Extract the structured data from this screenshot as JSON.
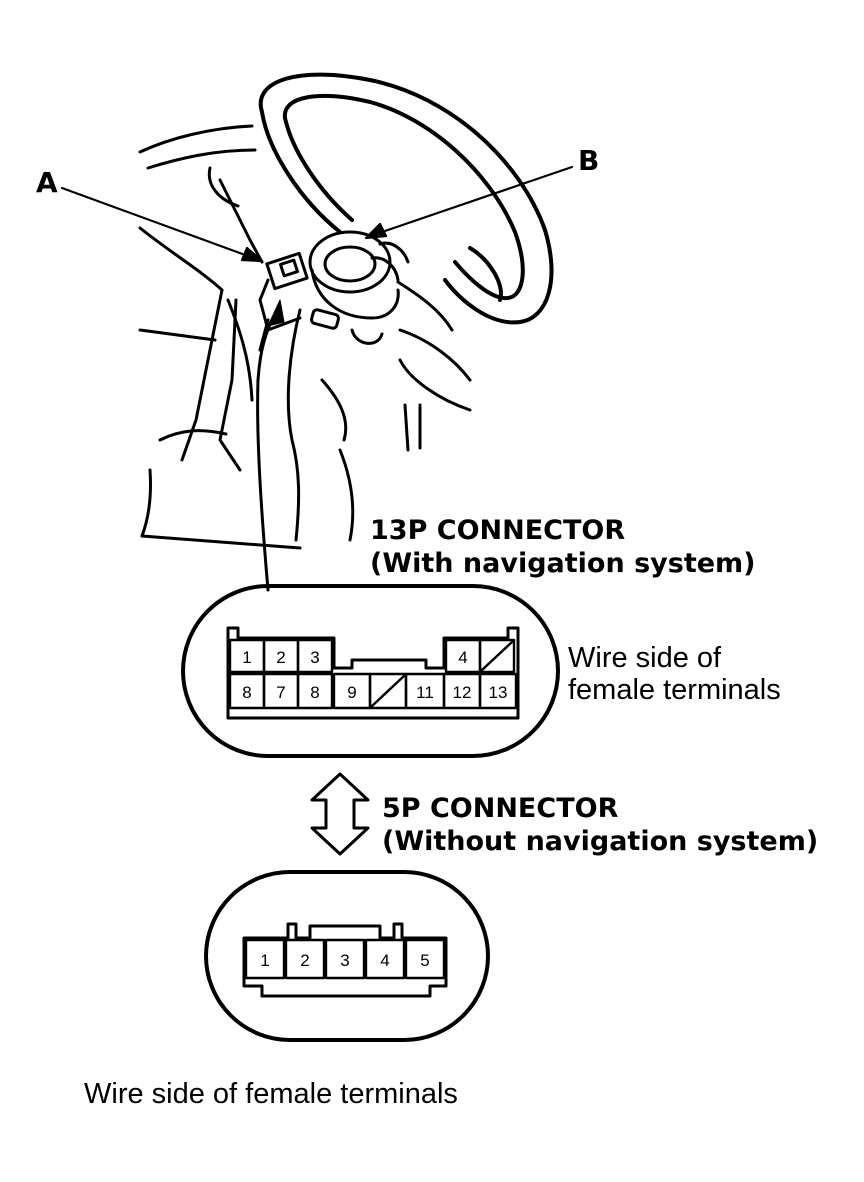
{
  "callouts": {
    "a": "A",
    "b": "B"
  },
  "connector_13p": {
    "heading_line1": "13P CONNECTOR",
    "heading_line2": "(With navigation system)",
    "caption_line1": "Wire side of",
    "caption_line2": "female terminals",
    "top_row": [
      "1",
      "2",
      "3",
      "4"
    ],
    "bottom_row": [
      "8",
      "7",
      "8",
      "9",
      "11",
      "12",
      "13"
    ]
  },
  "connector_5p": {
    "heading_line1": "5P CONNECTOR",
    "heading_line2": "(Without navigation system)",
    "caption": "Wire side of female terminals",
    "pins": [
      "1",
      "2",
      "3",
      "4",
      "5"
    ]
  }
}
